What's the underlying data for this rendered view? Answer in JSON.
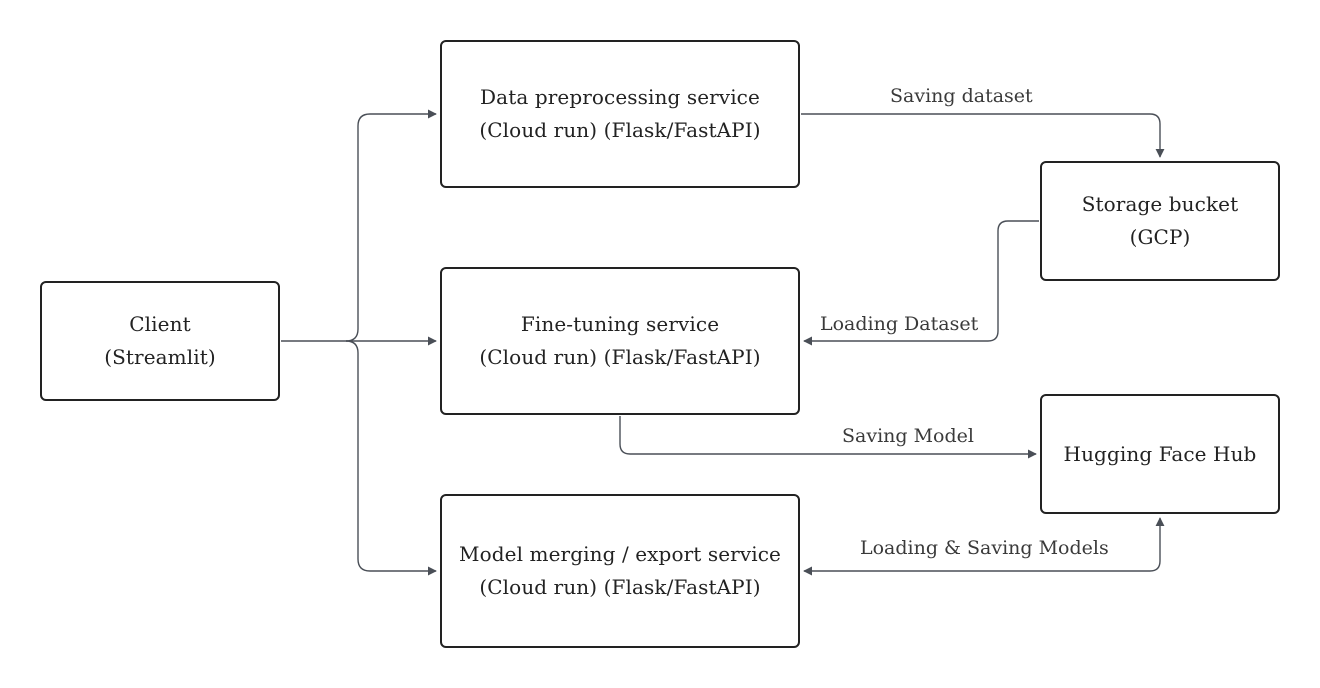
{
  "colors": {
    "stroke": "#222222",
    "edge": "#4a4f57",
    "background": "#ffffff"
  },
  "nodes": {
    "client": {
      "line1": "Client",
      "line2": "(Streamlit)"
    },
    "preprocessing": {
      "line1": "Data preprocessing service",
      "line2": "(Cloud run) (Flask/FastAPI)"
    },
    "finetuning": {
      "line1": "Fine-tuning service",
      "line2": "(Cloud run) (Flask/FastAPI)"
    },
    "merging": {
      "line1": "Model merging / export service",
      "line2": "(Cloud run) (Flask/FastAPI)"
    },
    "storage": {
      "line1": "Storage bucket",
      "line2": "(GCP)"
    },
    "hub": {
      "line1": "Hugging Face Hub"
    }
  },
  "edges": {
    "saving_dataset": "Saving dataset",
    "loading_dataset": "Loading Dataset",
    "saving_model": "Saving Model",
    "loading_saving_models": "Loading & Saving Models"
  }
}
